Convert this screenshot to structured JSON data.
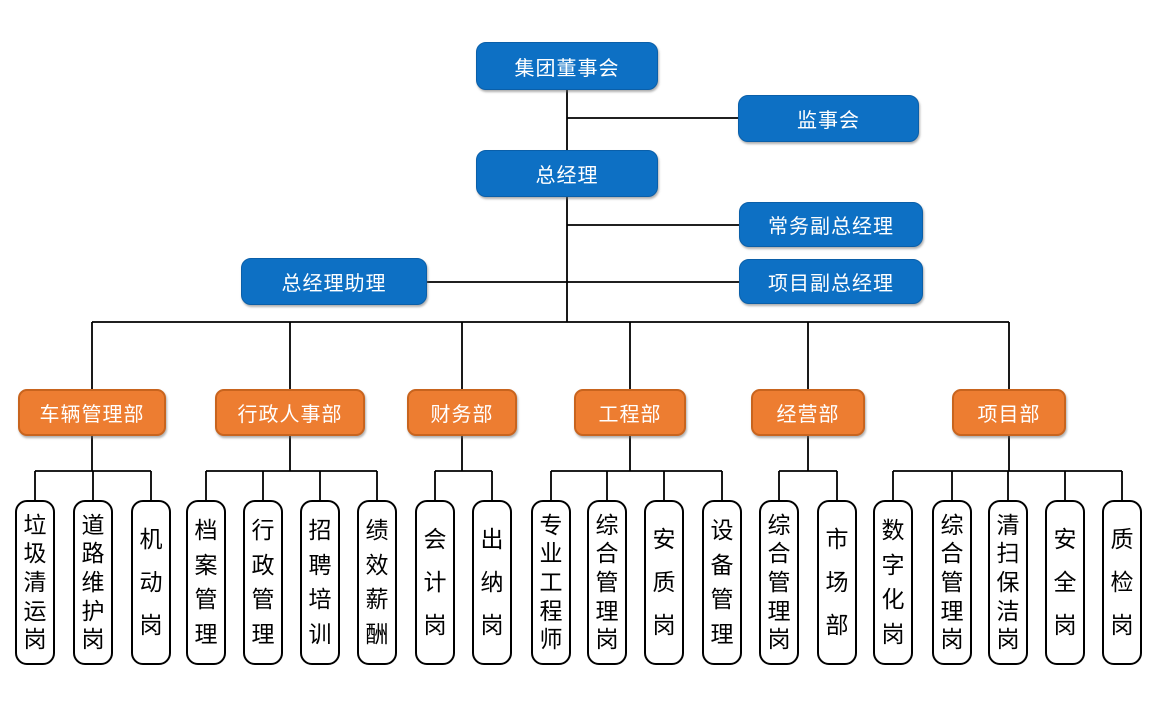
{
  "nodes": {
    "board": {
      "label": "集团董事会"
    },
    "supervisory": {
      "label": "监事会"
    },
    "general_manager": {
      "label": "总经理"
    },
    "executive_deputy_gm": {
      "label": "常务副总经理"
    },
    "gm_assistant": {
      "label": "总经理助理"
    },
    "project_deputy_gm": {
      "label": "项目副总经理"
    }
  },
  "departments": [
    {
      "label": "车辆管理部",
      "positions": [
        "垃圾清运岗",
        "道路维护岗",
        "机动岗"
      ]
    },
    {
      "label": "行政人事部",
      "positions": [
        "档案管理",
        "行政管理",
        "招聘培训",
        "绩效薪酬"
      ]
    },
    {
      "label": "财务部",
      "positions": [
        "会计岗",
        "出纳岗"
      ]
    },
    {
      "label": "工程部",
      "positions": [
        "专业工程师",
        "综合管理岗",
        "安质岗",
        "设备管理"
      ]
    },
    {
      "label": "经营部",
      "positions": [
        "综合管理岗",
        "市场部"
      ]
    },
    {
      "label": "项目部",
      "positions": [
        "数字化岗",
        "综合管理岗",
        "清扫保洁岗",
        "安全岗",
        "质检岗"
      ]
    }
  ],
  "colors": {
    "executive_fill": "#0D70C4",
    "executive_border": "#0A5FA9",
    "department_fill": "#ED7D31",
    "department_border": "#C8641E",
    "position_fill": "#FFFFFF",
    "position_border": "#000000",
    "connector_line": "#000000",
    "text_on_fill": "#FFFFFF"
  }
}
